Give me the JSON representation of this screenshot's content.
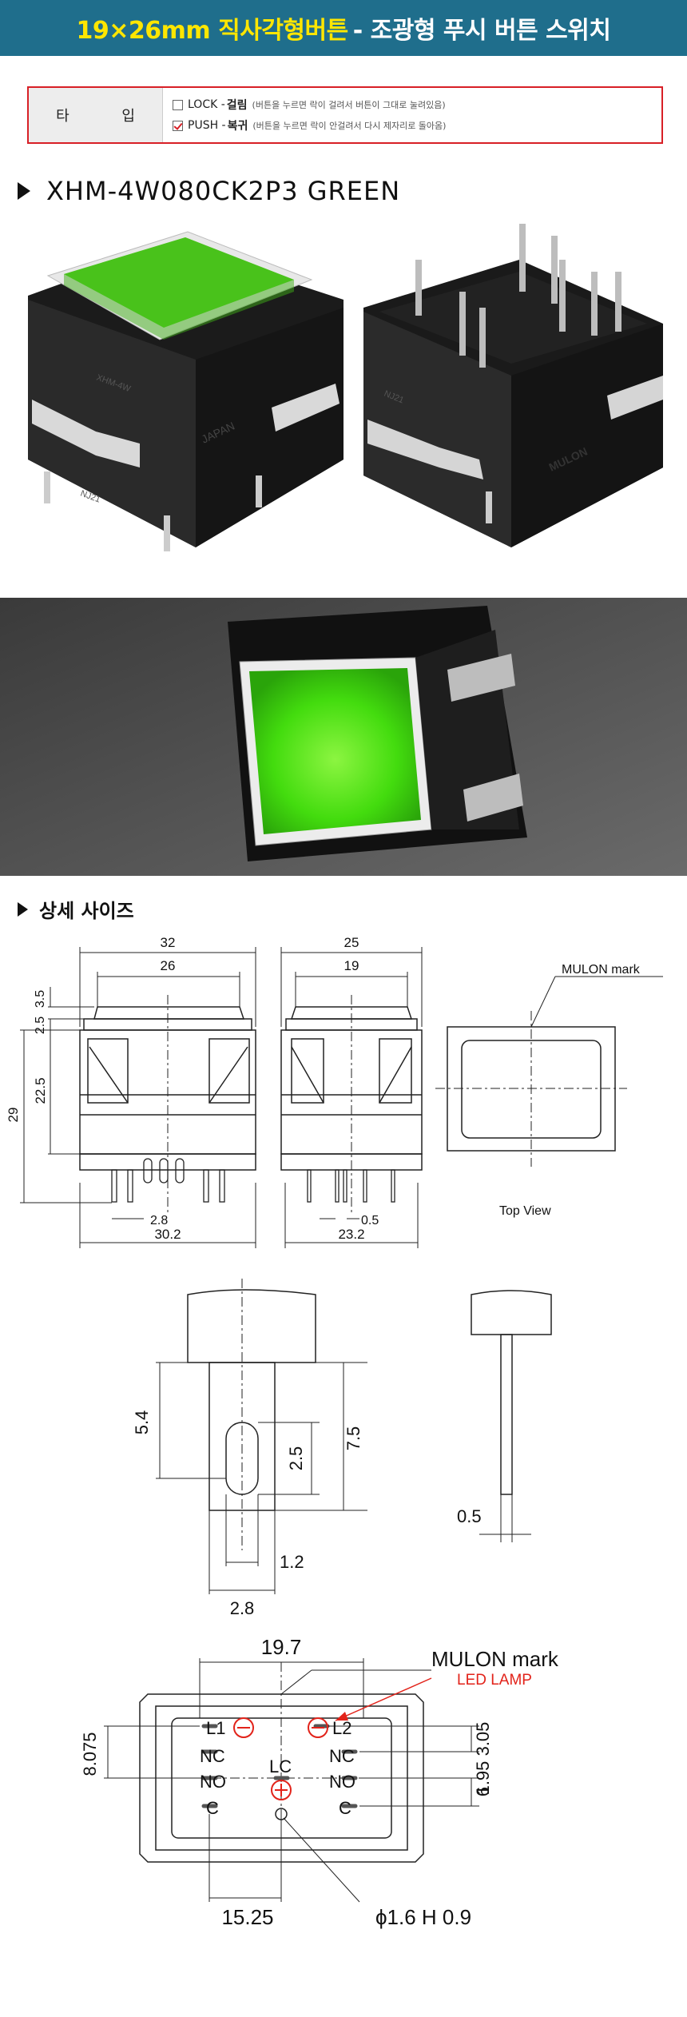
{
  "banner": {
    "highlight": "19×26mm 직사각형버튼",
    "rest": "- 조광형 푸시 버튼 스위치"
  },
  "type_table": {
    "label": "타 입",
    "options": [
      {
        "name": "LOCK - ",
        "kor": "걸림",
        "note": "(버튼을 누르면 락이 걸려서 버튼이 그대로 눌려있음)",
        "checked": false
      },
      {
        "name": "PUSH - ",
        "kor": "복귀",
        "note": "(버튼을 누르면 락이 안걸려서 다시 제자리로 돌아옴)",
        "checked": true
      }
    ]
  },
  "model_title": "XHM-4W080CK2P3 GREEN",
  "section_title": "상세 사이즈",
  "dims": {
    "w32": "32",
    "w26": "26",
    "h35": "3.5",
    "h25": "2.5",
    "h29": "29",
    "h225": "22.5",
    "p28": "2.8",
    "w302": "30.2",
    "w25": "25",
    "w19": "19",
    "p05": "0.5",
    "w232": "23.2",
    "mulon_mark_small": "MULON  mark",
    "top_view": "Top View",
    "d54": "5.4",
    "d25b": "2.5",
    "d75": "7.5",
    "d12": "1.2",
    "d28b": "2.8",
    "d05b": "0.5",
    "d197": "19.7",
    "mulon_mark_big": "MULON  mark",
    "led_lamp": "LED LAMP",
    "d8075": "8.075",
    "d305": "3.05",
    "d195": "1.95",
    "d6": "6",
    "d1525": "15.25",
    "hole": "ϕ1.6 H 0.9",
    "pins": {
      "l1": "L1",
      "l2": "L2",
      "nc1": "NC",
      "nc2": "NC",
      "no1": "NO",
      "no2": "NO",
      "lc": "LC",
      "c1": "C",
      "c2": "C"
    }
  },
  "photo_text": {
    "japan": "JAPAN",
    "mulon": "MULON",
    "nj21": "NJ21",
    "xhm": "XHM-4W"
  },
  "colors": {
    "banner_bg": "#1f6e8c",
    "banner_highlight": "#ffe600",
    "border_red": "#d81f26",
    "button_green": "#4fe021"
  }
}
